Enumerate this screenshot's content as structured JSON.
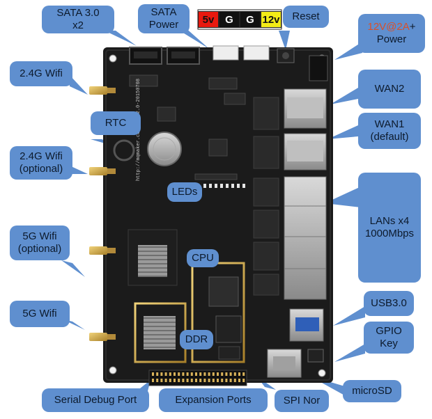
{
  "labels": {
    "sata30": [
      "SATA 3.0",
      "x2"
    ],
    "sata_power": [
      "SATA",
      "Power"
    ],
    "reset": "Reset",
    "power": {
      "prefix": "12V@2A",
      "suffix": "+",
      "line2": "Power"
    },
    "wifi24": "2.4G Wifi",
    "wifi24_optional": [
      "2.4G Wifi",
      "(optional)"
    ],
    "rtc": "RTC",
    "leds": "LEDs",
    "wifi5_optional": [
      "5G Wifi",
      "(optional)"
    ],
    "wifi5": "5G Wifi",
    "cpu": "CPU",
    "ddr": "DDR",
    "wan2": "WAN2",
    "wan1": [
      "WAN1",
      "(default)"
    ],
    "lans": [
      "LANs x4",
      "1000Mbps"
    ],
    "usb30": "USB3.0",
    "gpio_key": [
      "GPIO",
      "Key"
    ],
    "microsd": "microSD",
    "serial_debug": "Serial Debug Port",
    "expansion": "Expansion Ports",
    "spi_nor": "SPI Nor",
    "silkscreen": "http://mqmaker.com   WG-V2.0-20150708"
  },
  "pins": [
    {
      "label": "5v",
      "bg": "#e8190f",
      "fg": "#111111"
    },
    {
      "label": "G",
      "bg": "#111111",
      "fg": "#ffffff"
    },
    {
      "label": "G",
      "bg": "#111111",
      "fg": "#ffffff"
    },
    {
      "label": "12v",
      "bg": "#f3ec17",
      "fg": "#111111"
    }
  ],
  "colors": {
    "callout": "#5f8fcf",
    "board": "#1b1b1b",
    "gold": "#d8b25a",
    "accent_red": "#d9502a"
  }
}
